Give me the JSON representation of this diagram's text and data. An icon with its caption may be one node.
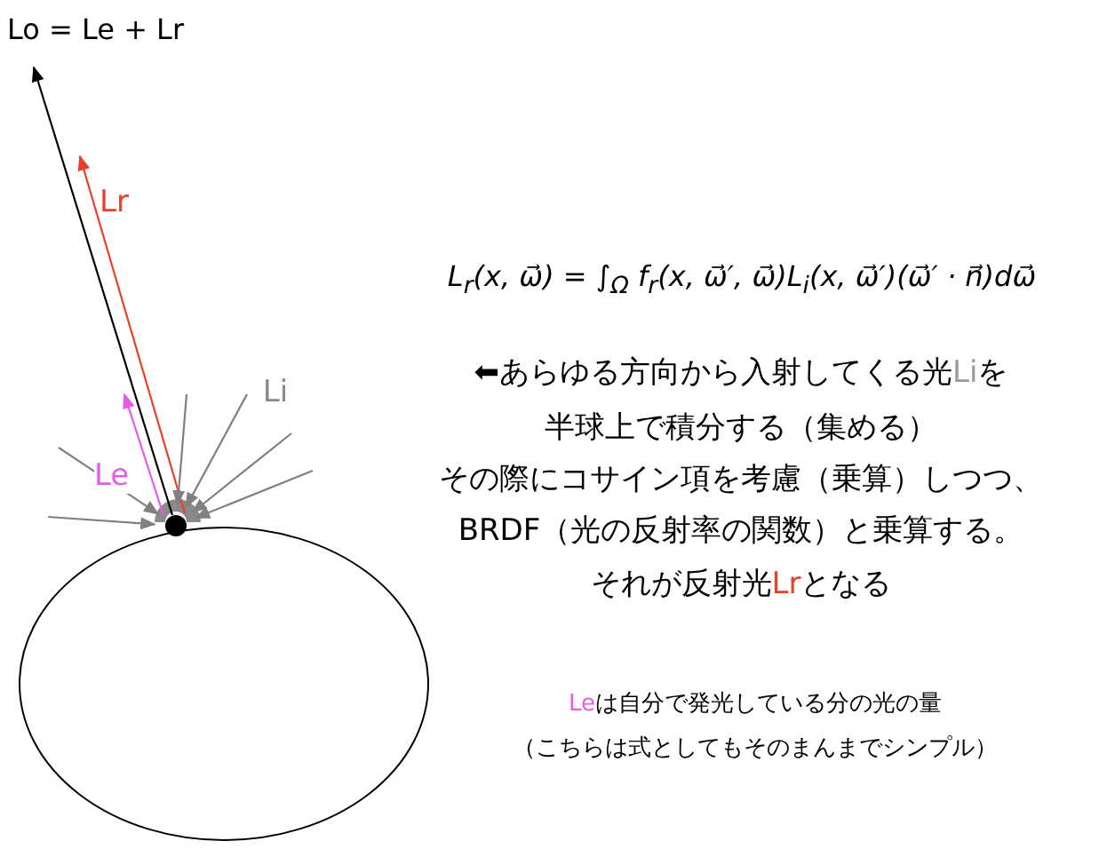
{
  "diagram": {
    "nodes": [
      {
        "text": [],
        "shape": "circle"
      },
      {
        "text": [
          "Lo = Le + Lr"
        ]
      }
    ],
    "edges": [
      {
        "from": 0,
        "to": 1,
        "arrow": "to",
        "color": "#000000"
      },
      {
        "from": 0,
        "to": null,
        "arrow": "to",
        "label": "Lr",
        "color": "#e8412c"
      },
      {
        "from": 0,
        "to": null,
        "arrow": "to",
        "label": "Le",
        "color": "#e65ce8"
      },
      {
        "from": null,
        "to": 0,
        "arrow": "to"
      },
      {
        "from": null,
        "to": 0,
        "arrow": "to"
      },
      {
        "from": null,
        "to": 0,
        "arrow": "to"
      },
      {
        "from": null,
        "to": 0,
        "arrow": "to"
      },
      {
        "from": null,
        "to": 0,
        "arrow": "to"
      },
      {
        "from": null,
        "to": 0,
        "arrow": "to"
      }
    ],
    "labels": [
      "Li",
      "L$_{r}$(x, ω⃗) = ∫$_{Ω}$ f$_{r}$(x, ω⃗′, ω⃗)L$_{i}$(x, ω⃗′)(ω⃗′ · n⃗)dω⃗",
      "⬅あらゆる方向から入射してくる光",
      "Li",
      "を",
      "半球上で積分する（集める）",
      "その際にコサイン項を考慮（乗算）しつつ、",
      "BRDF（光の反射率の関数）と乗算する。",
      "それが反射光",
      "Lr",
      "となる",
      "Le",
      "は自分で発光している分の光の量",
      "（こちらは式としてもそのまんまでシンプル）"
    ]
  }
}
